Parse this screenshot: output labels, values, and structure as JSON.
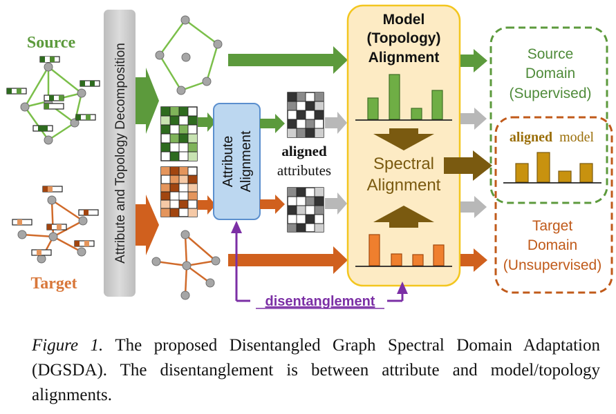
{
  "labels": {
    "source": "Source",
    "target": "Target",
    "decomposition": "Attribute and Topology Decomposition",
    "attribute_alignment": [
      "Attribute",
      "Alignment"
    ],
    "aligned_bold": "aligned",
    "aligned_attributes": "attributes",
    "model_alignment": [
      "Model",
      "(Topology)",
      "Alignment"
    ],
    "spectral_alignment": [
      "Spectral",
      "Alignment"
    ],
    "source_domain": [
      "Source",
      "Domain",
      "(Supervised)"
    ],
    "aligned_model_bold": "aligned",
    "aligned_model_rest": "model",
    "target_domain": [
      "Target",
      "Domain",
      "(Unsupervised)"
    ],
    "disentanglement": "disentanglement"
  },
  "caption": {
    "label": "Figure 1.",
    "text": "The proposed Disentangled Graph Spectral Domain Adaptation (DGSDA). The disentanglement is between attribute and model/topology alignments."
  },
  "colors": {
    "source_green": "#5c9a3c",
    "target_orange": "#cc5d1a",
    "source_domain_text": "#4f8b3a",
    "target_domain_text": "#c05a1a",
    "aligned_model_gold": "#b8860b",
    "spectral_brown": "#7a5a10",
    "disentangle_purple": "#7b2fa5",
    "model_panel_fill": "#fdebc4",
    "model_panel_border": "#f3c61f",
    "attr_box_fill": "#bcd7f0",
    "attr_box_border": "#5b8fce",
    "decomp_bar": "#cfcfcf"
  },
  "icons": [
    "graph-icon",
    "attribute-matrix-icon",
    "arrow-icon",
    "spectrum-bar-icon"
  ]
}
